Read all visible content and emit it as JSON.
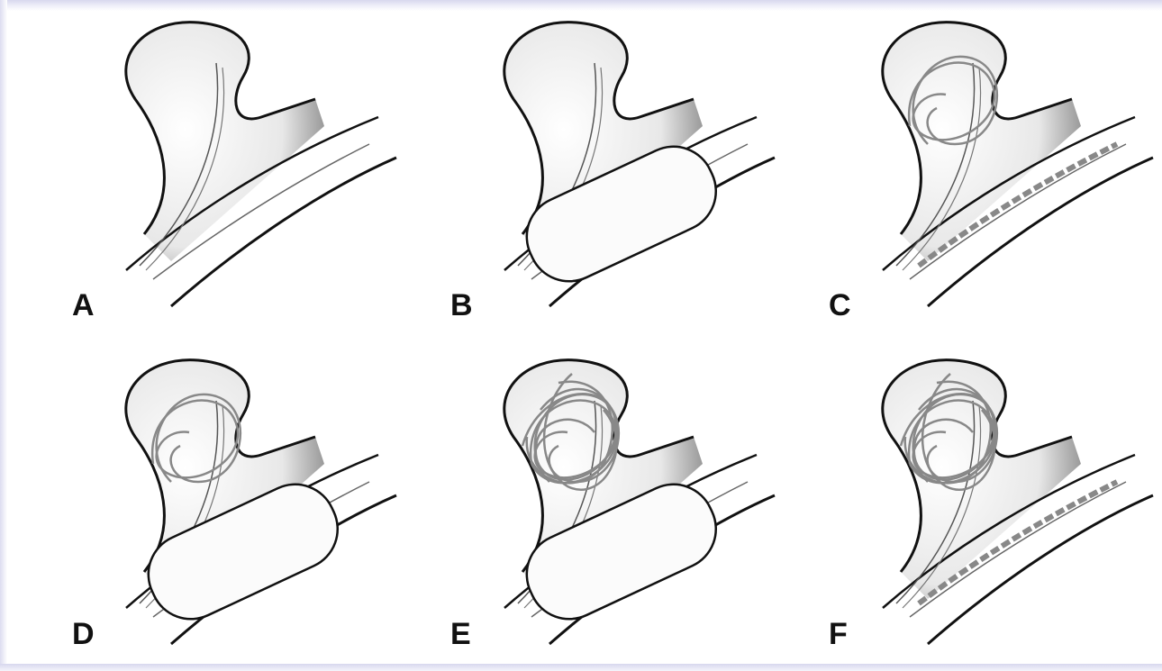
{
  "panels": [
    {
      "label": "A",
      "balloon": false,
      "stent": false,
      "coils": 0
    },
    {
      "label": "B",
      "balloon": true,
      "stent": false,
      "coils": 0
    },
    {
      "label": "C",
      "balloon": false,
      "stent": true,
      "coils": 2
    },
    {
      "label": "D",
      "balloon": true,
      "stent": false,
      "coils": 2
    },
    {
      "label": "E",
      "balloon": true,
      "stent": false,
      "coils": 6
    },
    {
      "label": "F",
      "balloon": false,
      "stent": true,
      "coils": 6
    }
  ]
}
